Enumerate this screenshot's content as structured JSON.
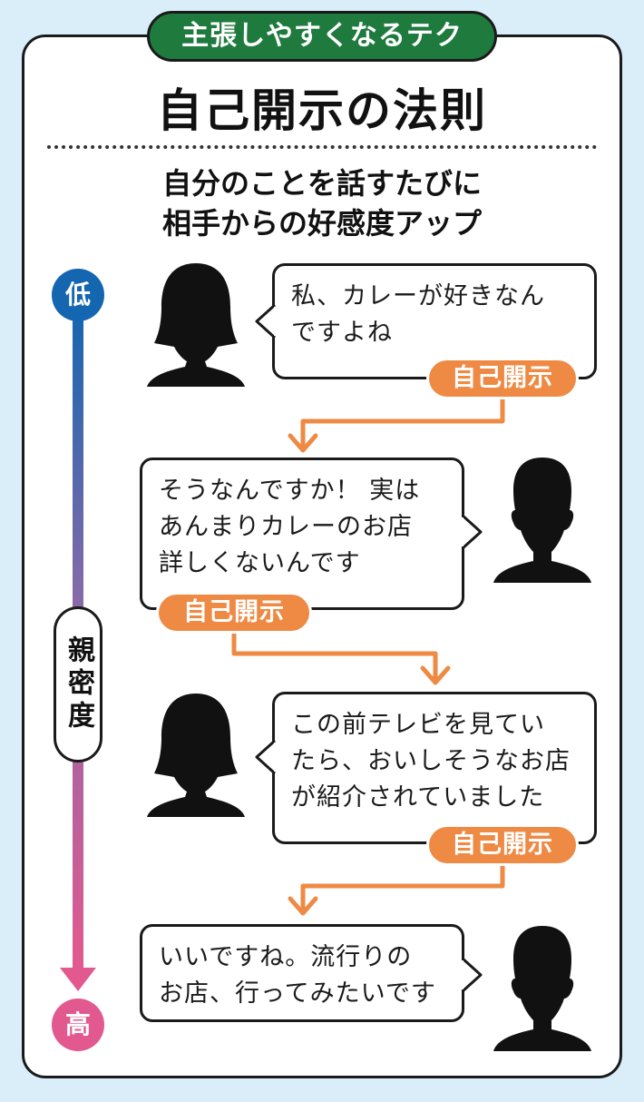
{
  "header": {
    "tag": "主張しやすくなるテク",
    "title": "自己開示の法則",
    "subtitle_line1": "自分のことを話すたびに",
    "subtitle_line2": "相手からの好感度アップ"
  },
  "axis": {
    "low_label": "低",
    "high_label": "高",
    "axis_label": "親密度"
  },
  "badge_label": "自己開示",
  "dialogue": [
    {
      "speaker": "woman",
      "text": "私、カレーが好きなん\nですよね",
      "badge": "自己開示"
    },
    {
      "speaker": "man",
      "text": "そうなんですか！ 実は\nあんまりカレーのお店\n詳しくないんです",
      "badge": "自己開示"
    },
    {
      "speaker": "woman",
      "text": "この前テレビを見てい\nたら、おいしそうなお店\nが紹介されていました",
      "badge": "自己開示"
    },
    {
      "speaker": "man",
      "text": "いいですね。流行りの\nお店、行ってみたいです"
    }
  ],
  "colors": {
    "background": "#daeef9",
    "tag_green": "#1f7a3e",
    "badge_orange": "#ee8a44",
    "axis_top_blue": "#1466b0",
    "axis_bottom_pink": "#e2598f"
  }
}
